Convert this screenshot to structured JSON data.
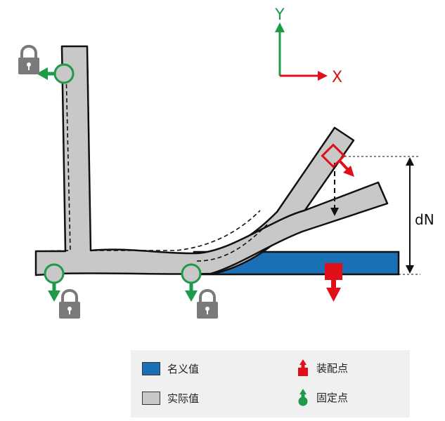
{
  "axes": {
    "x_label": "X",
    "y_label": "Y"
  },
  "dimension": {
    "label": "dN"
  },
  "colors": {
    "nominal_fill": "#1b6fb5",
    "actual_fill": "#c8c8c8",
    "assembly_point": "#e0101b",
    "fixed_point": "#1e9a48",
    "lock": "#7a7a7a"
  },
  "legend": {
    "nominal": "名义值",
    "actual": "实际值",
    "assembly_point": "装配点",
    "fixed_point": "固定点"
  }
}
